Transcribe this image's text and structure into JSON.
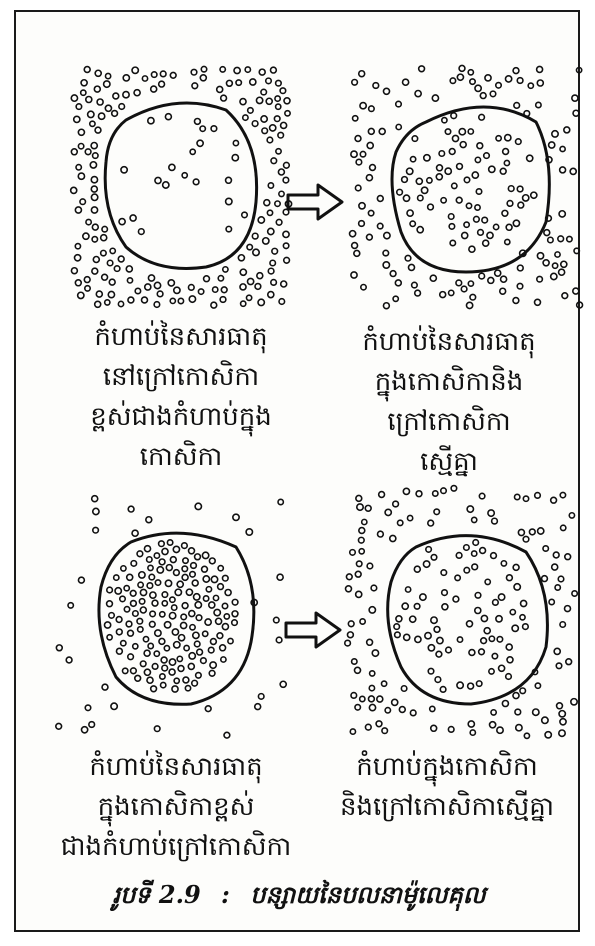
{
  "panels": [
    {
      "id": "top-left",
      "caption_lines": [
        "កំហាប់នៃសារធាតុ",
        "នៅក្រៅកោសិកា",
        "ខ្ពស់ជាងកំហាប់ក្នុង",
        "កោសិកា"
      ],
      "outside_density": "high",
      "inside_density": "low"
    },
    {
      "id": "top-right",
      "caption_lines": [
        "កំហាប់នៃសារធាតុ",
        "ក្នុងកោសិកានិង",
        "ក្រៅកោសិកា",
        "ស្មើគ្នា"
      ],
      "outside_density": "medium",
      "inside_density": "medium"
    },
    {
      "id": "bottom-left",
      "caption_lines": [
        "កំហាប់នៃសារធាតុ",
        "ក្នុងកោសិកាខ្ពស់",
        "ជាងកំហាប់ក្រៅកោសិកា"
      ],
      "outside_density": "low",
      "inside_density": "high"
    },
    {
      "id": "bottom-right",
      "caption_lines": [
        "កំហាប់ក្នុងកោសិកា",
        "និងក្រៅកោសិកាស្មើគ្នា"
      ],
      "outside_density": "medium",
      "inside_density": "medium"
    }
  ],
  "figure": {
    "label": "រូបទី 2.9",
    "separator": ":",
    "title": "បន្សាយនៃបលនាម៉ូលេគុល"
  },
  "colors": {
    "ink": "#111111",
    "paper": "#fdfdfb"
  }
}
